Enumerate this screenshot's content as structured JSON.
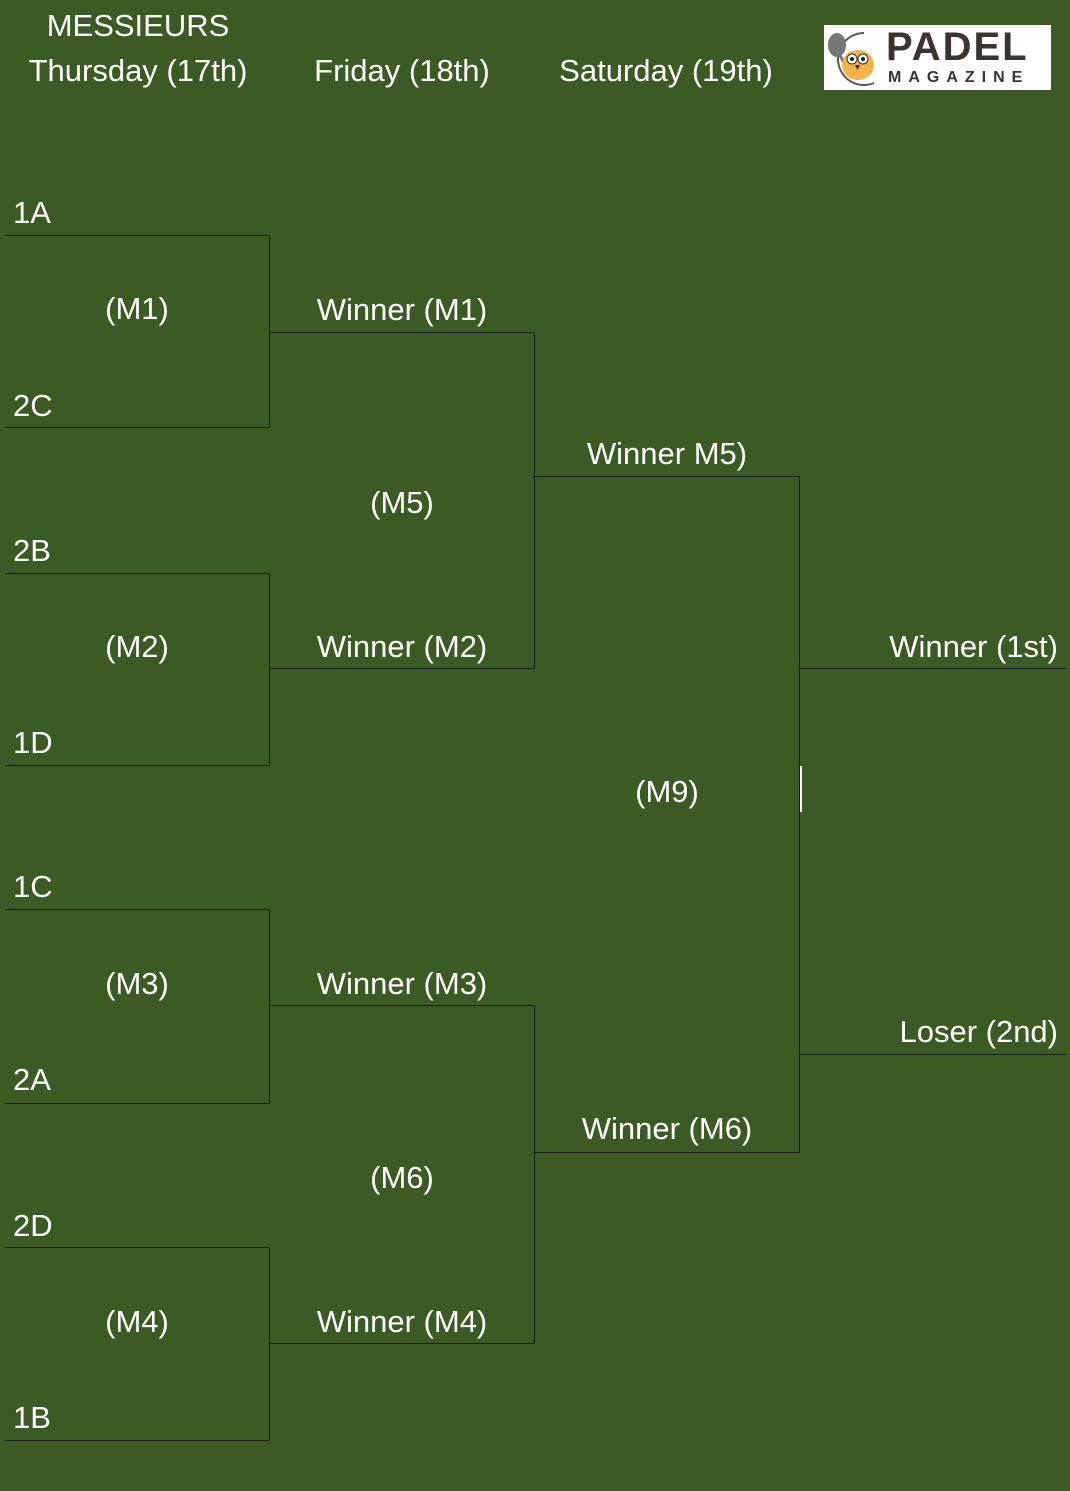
{
  "header": {
    "category": "MESSIEURS",
    "days": [
      "Thursday (17th)",
      "Friday (18th)",
      "Saturday (19th)"
    ]
  },
  "logo": {
    "line1": "PADEL",
    "line2": "MAGAZINE"
  },
  "round1": {
    "seeds": [
      "1A",
      "2C",
      "2B",
      "1D",
      "1C",
      "2A",
      "2D",
      "1B"
    ],
    "matches": [
      "(M1)",
      "(M2)",
      "(M3)",
      "(M4)"
    ]
  },
  "round2": {
    "entries": [
      "Winner (M1)",
      "Winner (M2)",
      "Winner (M3)",
      "Winner (M4)"
    ],
    "matches": [
      "(M5)",
      "(M6)"
    ]
  },
  "round3": {
    "entries": [
      "Winner M5)",
      "Winner (M6)"
    ],
    "match": "(M9)"
  },
  "final": {
    "winner": "Winner (1st)",
    "loser": "Loser (2nd)"
  }
}
